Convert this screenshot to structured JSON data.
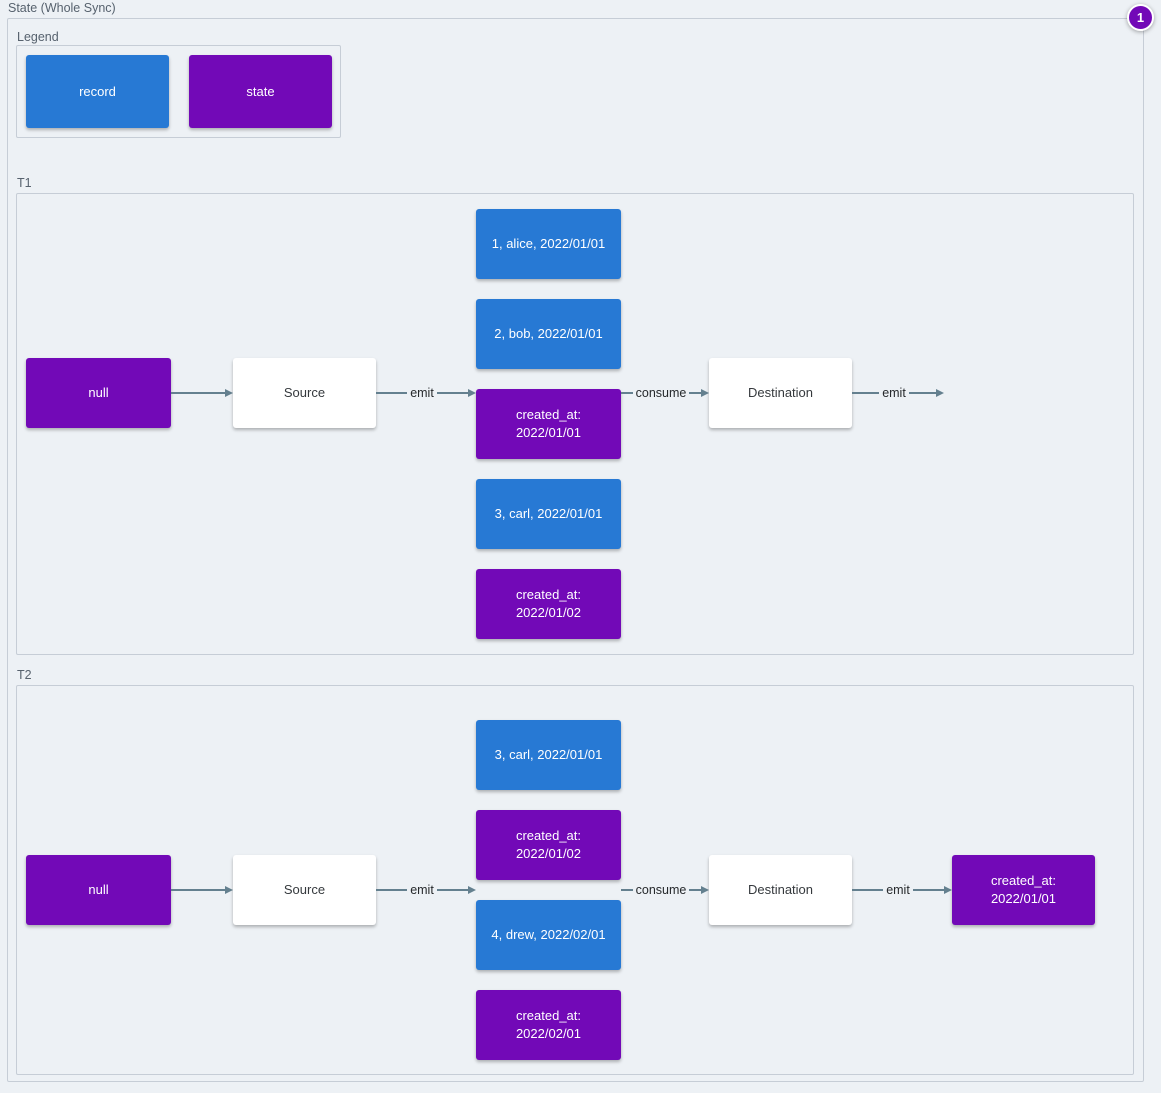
{
  "diagram": {
    "title": "State (Whole Sync)",
    "badge_count": "1"
  },
  "colors": {
    "record": "#2779d4",
    "state": "#7209b7",
    "arrow": "#64808f"
  },
  "legend": {
    "label": "Legend",
    "items": [
      {
        "type": "record",
        "label": "record"
      },
      {
        "type": "state",
        "label": "state"
      }
    ]
  },
  "sections": [
    {
      "label": "T1",
      "initial_state": "null",
      "source_label": "Source",
      "emit_label": "emit",
      "consume_label": "consume",
      "destination_label": "Destination",
      "output_emit_label": "emit",
      "queue": [
        {
          "type": "record",
          "text": "1, alice, 2022/01/01"
        },
        {
          "type": "record",
          "text": "2, bob, 2022/01/01"
        },
        {
          "type": "state",
          "text": "created_at:\n2022/01/01"
        },
        {
          "type": "record",
          "text": "3, carl, 2022/01/01"
        },
        {
          "type": "state",
          "text": "created_at:\n2022/01/02"
        }
      ]
    },
    {
      "label": "T2",
      "initial_state": "null",
      "source_label": "Source",
      "emit_label": "emit",
      "consume_label": "consume",
      "destination_label": "Destination",
      "output_emit_label": "emit",
      "queue": [
        {
          "type": "record",
          "text": "3, carl, 2022/01/01"
        },
        {
          "type": "state",
          "text": "created_at:\n2022/01/02"
        },
        {
          "type": "record",
          "text": "4, drew, 2022/02/01"
        },
        {
          "type": "state",
          "text": "created_at:\n2022/02/01"
        }
      ],
      "emitted_state": {
        "type": "state",
        "text": "created_at:\n2022/01/01"
      }
    }
  ]
}
